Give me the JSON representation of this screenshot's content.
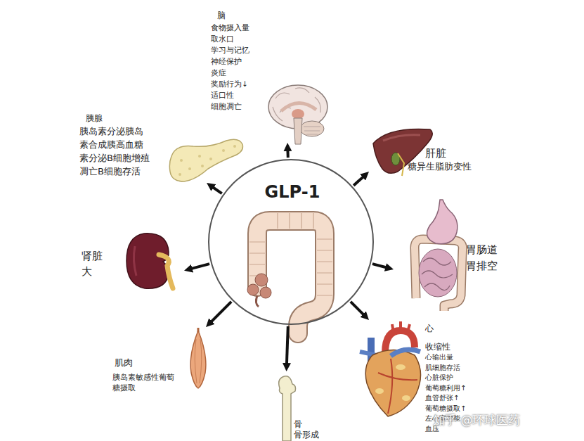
{
  "diagram": {
    "nodes": [
      {
        "text": [
          "GLP-1"
        ]
      },
      {
        "text": [
          "脑",
          "食物摄入量",
          "取水口",
          "学习与记忆",
          "神经保护",
          "炎症",
          "奖励行为↓",
          "适口性",
          "细胞凋亡"
        ]
      },
      {
        "text": [
          "胰腺",
          "胰岛素分泌胰岛 素合成胰高血糖 素分泌B细胞增殖 凋亡B细胞存活"
        ]
      },
      {
        "text": [
          "肝脏",
          "糖异生脂肪变性"
        ]
      },
      {
        "text": [
          "肾脏",
          "大"
        ]
      },
      {
        "text": [
          "胃肠道",
          "胃排空"
        ]
      },
      {
        "text": [
          "肌肉",
          "胰岛素敏感性葡萄 糖摄取"
        ]
      },
      {
        "text": [
          "心",
          "收缩性",
          "心输出量",
          "肌细胞存活",
          "心脏保护",
          "葡萄糖利用↑",
          "血管舒张↑",
          "葡萄糖摄取↑",
          "左心室功能",
          "血压"
        ]
      },
      {
        "text": [
          "骨",
          "骨形成"
        ]
      }
    ],
    "edges": [
      {
        "from": 0,
        "to": 1,
        "arrow": "to"
      },
      {
        "from": 0,
        "to": 2,
        "arrow": "to"
      },
      {
        "from": 0,
        "to": 3,
        "arrow": "to"
      },
      {
        "from": 0,
        "to": 4,
        "arrow": "to"
      },
      {
        "from": 0,
        "to": 5,
        "arrow": "to"
      },
      {
        "from": 0,
        "to": 6,
        "arrow": "to"
      },
      {
        "from": 0,
        "to": 7,
        "arrow": "to"
      },
      {
        "from": 0,
        "to": 8,
        "arrow": "to"
      }
    ],
    "labels": [
      "知乎 @环球医药"
    ]
  }
}
